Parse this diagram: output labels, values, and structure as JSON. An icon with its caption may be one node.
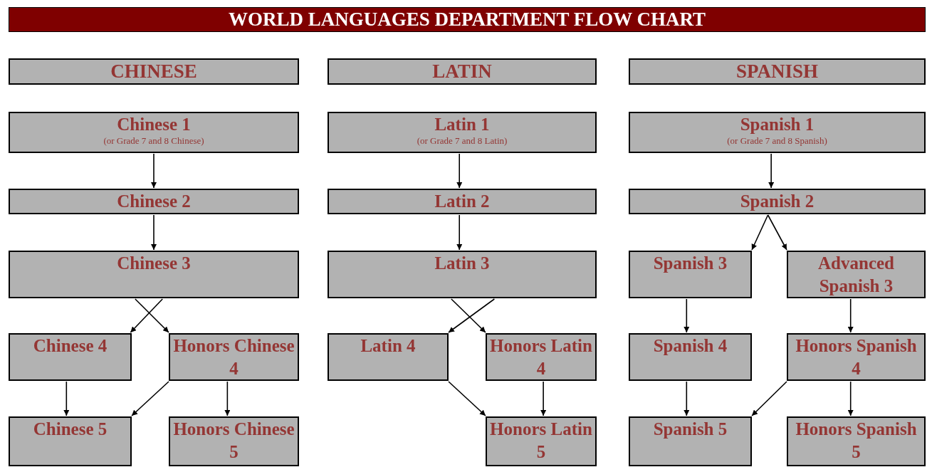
{
  "diagram": {
    "title": "WORLD LANGUAGES DEPARTMENT FLOW CHART",
    "nodes": [
      {
        "text": [
          "CHINESE"
        ]
      },
      {
        "text": [
          "LATIN"
        ]
      },
      {
        "text": [
          "SPANISH"
        ]
      },
      {
        "text": [
          "Chinese 1",
          "(or Grade 7 and 8 Chinese)"
        ]
      },
      {
        "text": [
          "Latin 1",
          "(or Grade 7 and 8 Latin)"
        ]
      },
      {
        "text": [
          "Spanish 1",
          "(or Grade 7 and 8 Spanish)"
        ]
      },
      {
        "text": [
          "Chinese 2"
        ]
      },
      {
        "text": [
          "Latin 2"
        ]
      },
      {
        "text": [
          "Spanish 2"
        ]
      },
      {
        "text": [
          "Chinese 3"
        ]
      },
      {
        "text": [
          "Latin 3"
        ]
      },
      {
        "text": [
          "Spanish 3"
        ]
      },
      {
        "text": [
          "Advanced Spanish 3"
        ]
      },
      {
        "text": [
          "Chinese 4"
        ]
      },
      {
        "text": [
          "Honors Chinese 4"
        ]
      },
      {
        "text": [
          "Latin 4"
        ]
      },
      {
        "text": [
          "Honors Latin 4"
        ]
      },
      {
        "text": [
          "Spanish 4"
        ]
      },
      {
        "text": [
          "Honors Spanish 4"
        ]
      },
      {
        "text": [
          "Chinese 5"
        ]
      },
      {
        "text": [
          "Honors Chinese 5"
        ]
      },
      {
        "text": [
          "Honors Latin 5"
        ]
      },
      {
        "text": [
          "Spanish 5"
        ]
      },
      {
        "text": [
          "Honors Spanish 5"
        ]
      }
    ],
    "edges": [
      {
        "from": 3,
        "to": 6,
        "arrow": "to"
      },
      {
        "from": 6,
        "to": 9,
        "arrow": "to"
      },
      {
        "from": 9,
        "to": 13,
        "arrow": "to"
      },
      {
        "from": 9,
        "to": 14,
        "arrow": "to"
      },
      {
        "from": 13,
        "to": 19,
        "arrow": "to"
      },
      {
        "from": 14,
        "to": 19,
        "arrow": "to"
      },
      {
        "from": 14,
        "to": 20,
        "arrow": "to"
      },
      {
        "from": 4,
        "to": 7,
        "arrow": "to"
      },
      {
        "from": 7,
        "to": 10,
        "arrow": "to"
      },
      {
        "from": 10,
        "to": 15,
        "arrow": "to"
      },
      {
        "from": 10,
        "to": 16,
        "arrow": "to"
      },
      {
        "from": 15,
        "to": 21,
        "arrow": "to"
      },
      {
        "from": 16,
        "to": 21,
        "arrow": "to"
      },
      {
        "from": 5,
        "to": 8,
        "arrow": "to"
      },
      {
        "from": 8,
        "to": 11,
        "arrow": "to"
      },
      {
        "from": 8,
        "to": 12,
        "arrow": "to"
      },
      {
        "from": 11,
        "to": 17,
        "arrow": "to"
      },
      {
        "from": 12,
        "to": 18,
        "arrow": "to"
      },
      {
        "from": 17,
        "to": 22,
        "arrow": "to"
      },
      {
        "from": 18,
        "to": 22,
        "arrow": "to"
      },
      {
        "from": 18,
        "to": 23,
        "arrow": "to"
      }
    ]
  }
}
